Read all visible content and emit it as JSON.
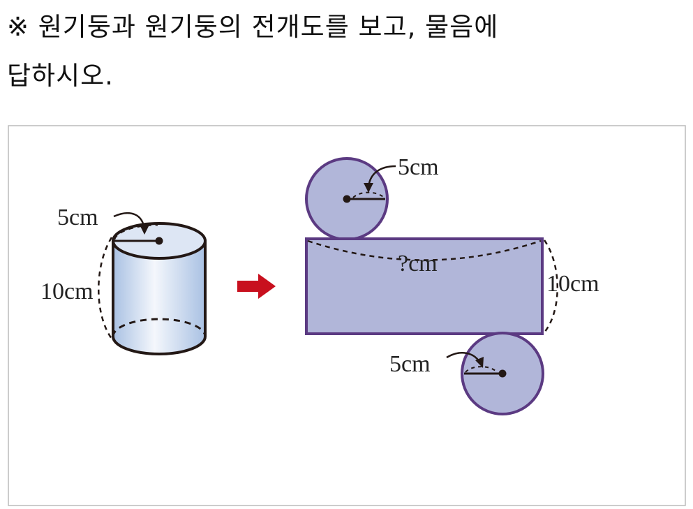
{
  "question": {
    "line1": "※ 원기둥과 원기둥의 전개도를 보고, 물음에",
    "line2": "답하시오."
  },
  "cylinder": {
    "radius_label": "5cm",
    "height_label": "10cm"
  },
  "net": {
    "top_radius_label": "5cm",
    "width_label": "?cm",
    "height_label": "10cm",
    "bottom_radius_label": "5cm"
  },
  "colors": {
    "net_fill": "#b1b6d9",
    "net_stroke": "#5b3a82",
    "arrow": "#c8101e",
    "cylinder_fill": "#c9d8ee"
  }
}
